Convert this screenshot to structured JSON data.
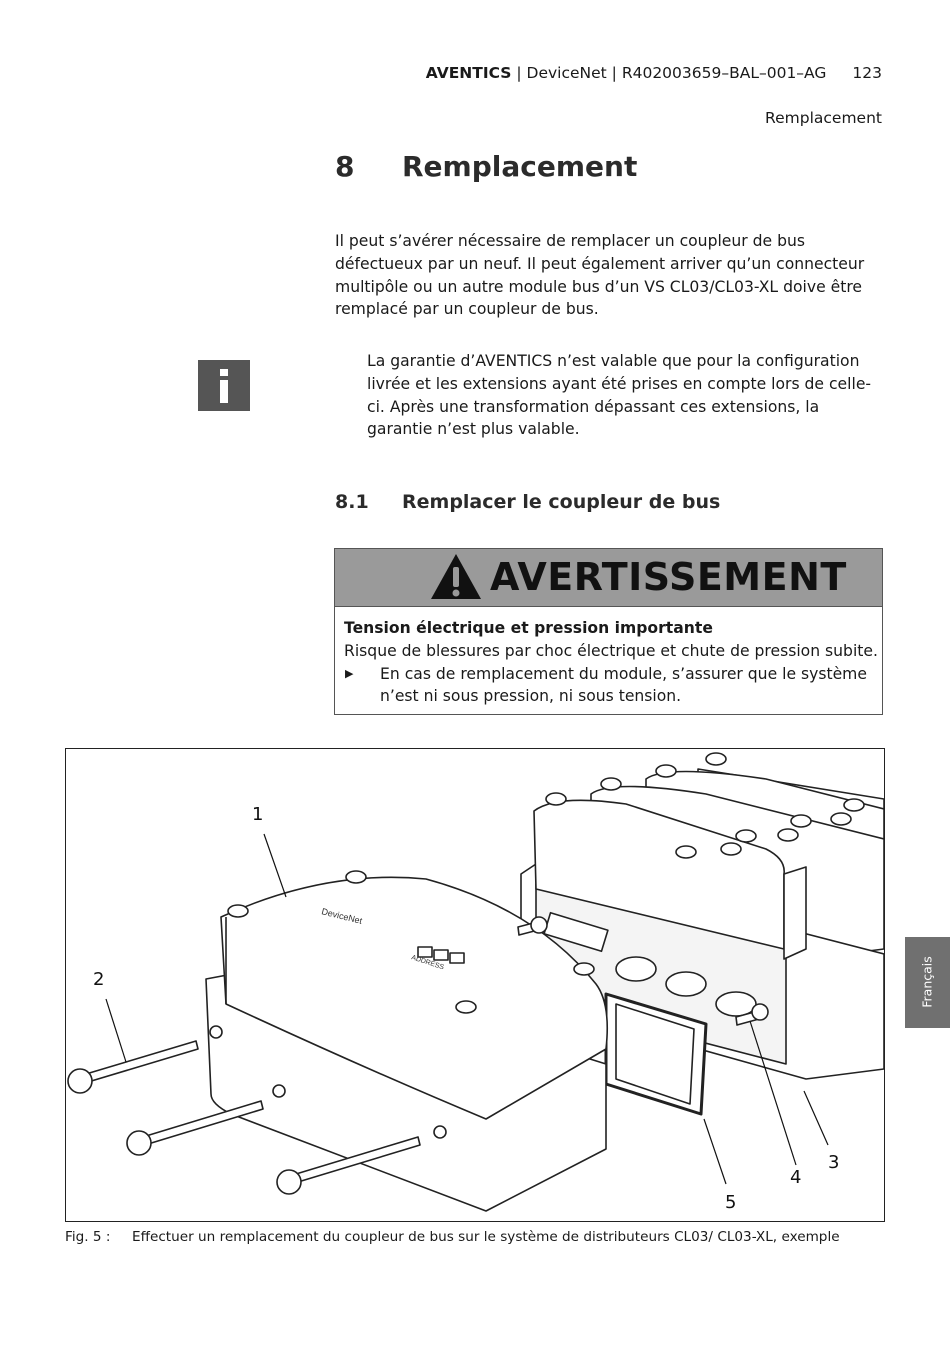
{
  "header": {
    "brand": "AVENTICS",
    "rest": " | DeviceNet | R402003659–BAL–001–AG",
    "page": "123"
  },
  "section_tag": "Remplacement",
  "heading": {
    "num": "8",
    "text": "Remplacement"
  },
  "intro": "Il peut s’avérer nécessaire de remplacer un coupleur de bus défectueux par un neuf. Il peut également arriver qu’un connecteur multipôle ou un autre module bus d’un VS CL03/CL03-XL doive être remplacé par un coupleur de bus.",
  "info": {
    "icon": "i",
    "text": "La garantie d’AVENTICS n’est valable que pour la configuration livrée et les extensions ayant été prises en compte lors de celle-ci. Après une transformation dépassant ces extensions, la garantie n’est plus valable."
  },
  "subheading": {
    "num": "8.1",
    "text": "Remplacer le coupleur de bus"
  },
  "warning": {
    "title": "AVERTISSEMENT",
    "subtitle": "Tension électrique et pression importante",
    "text": "Risque de blessures par choc électrique et chute de pression subite.",
    "bullet": "En cas de remplacement du module, s’assurer que le système n’est ni sous pression, ni sous tension."
  },
  "figure": {
    "callouts": [
      "1",
      "2",
      "3",
      "4",
      "5"
    ],
    "device_brand": "DeviceNet",
    "device_label": "ADDRESS"
  },
  "caption": {
    "label": "Fig. 5 :",
    "text": "Effectuer un remplacement du coupleur de bus sur le système de distributeurs CL03/ CL03-XL, exemple"
  },
  "side_tab": "Français",
  "colors": {
    "info_icon_bg": "#555555",
    "warning_bar": "#9a9a9a",
    "side_tab": "#707070"
  }
}
